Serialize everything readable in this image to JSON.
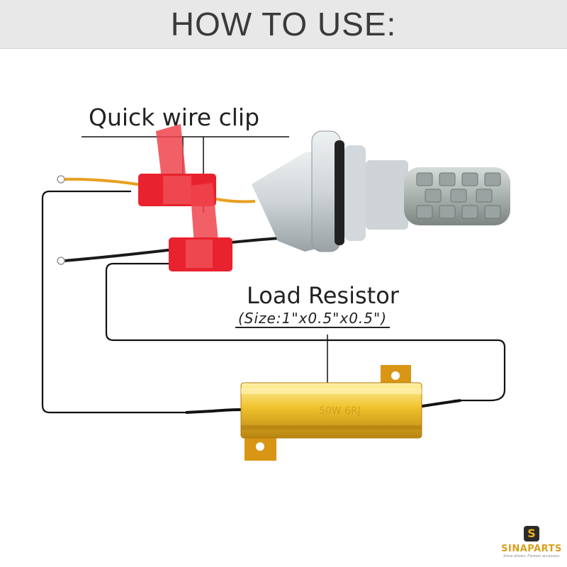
{
  "header": {
    "title": "HOW TO USE:"
  },
  "labels": {
    "quick_wire_clip": "Quick wire clip",
    "load_resistor": "Load Resistor",
    "size": "(Size:1\"x0.5\"x0.5\")"
  },
  "resistor": {
    "marking": "50W 6RJ"
  },
  "brand": {
    "logo_letter": "S",
    "name": "SINAPARTS",
    "tagline": "Since driven. Forever accessory"
  },
  "colors": {
    "header_bg": "#e8e8e8",
    "clip_red": "#e8222e",
    "resistor_gold": "#e8b820",
    "wire_yellow": "#e8a020",
    "wire_black": "#111111",
    "bulb_socket": "#cfd5d8",
    "led_body": "#a8b0ae",
    "brand_gold": "#d8a11c"
  }
}
